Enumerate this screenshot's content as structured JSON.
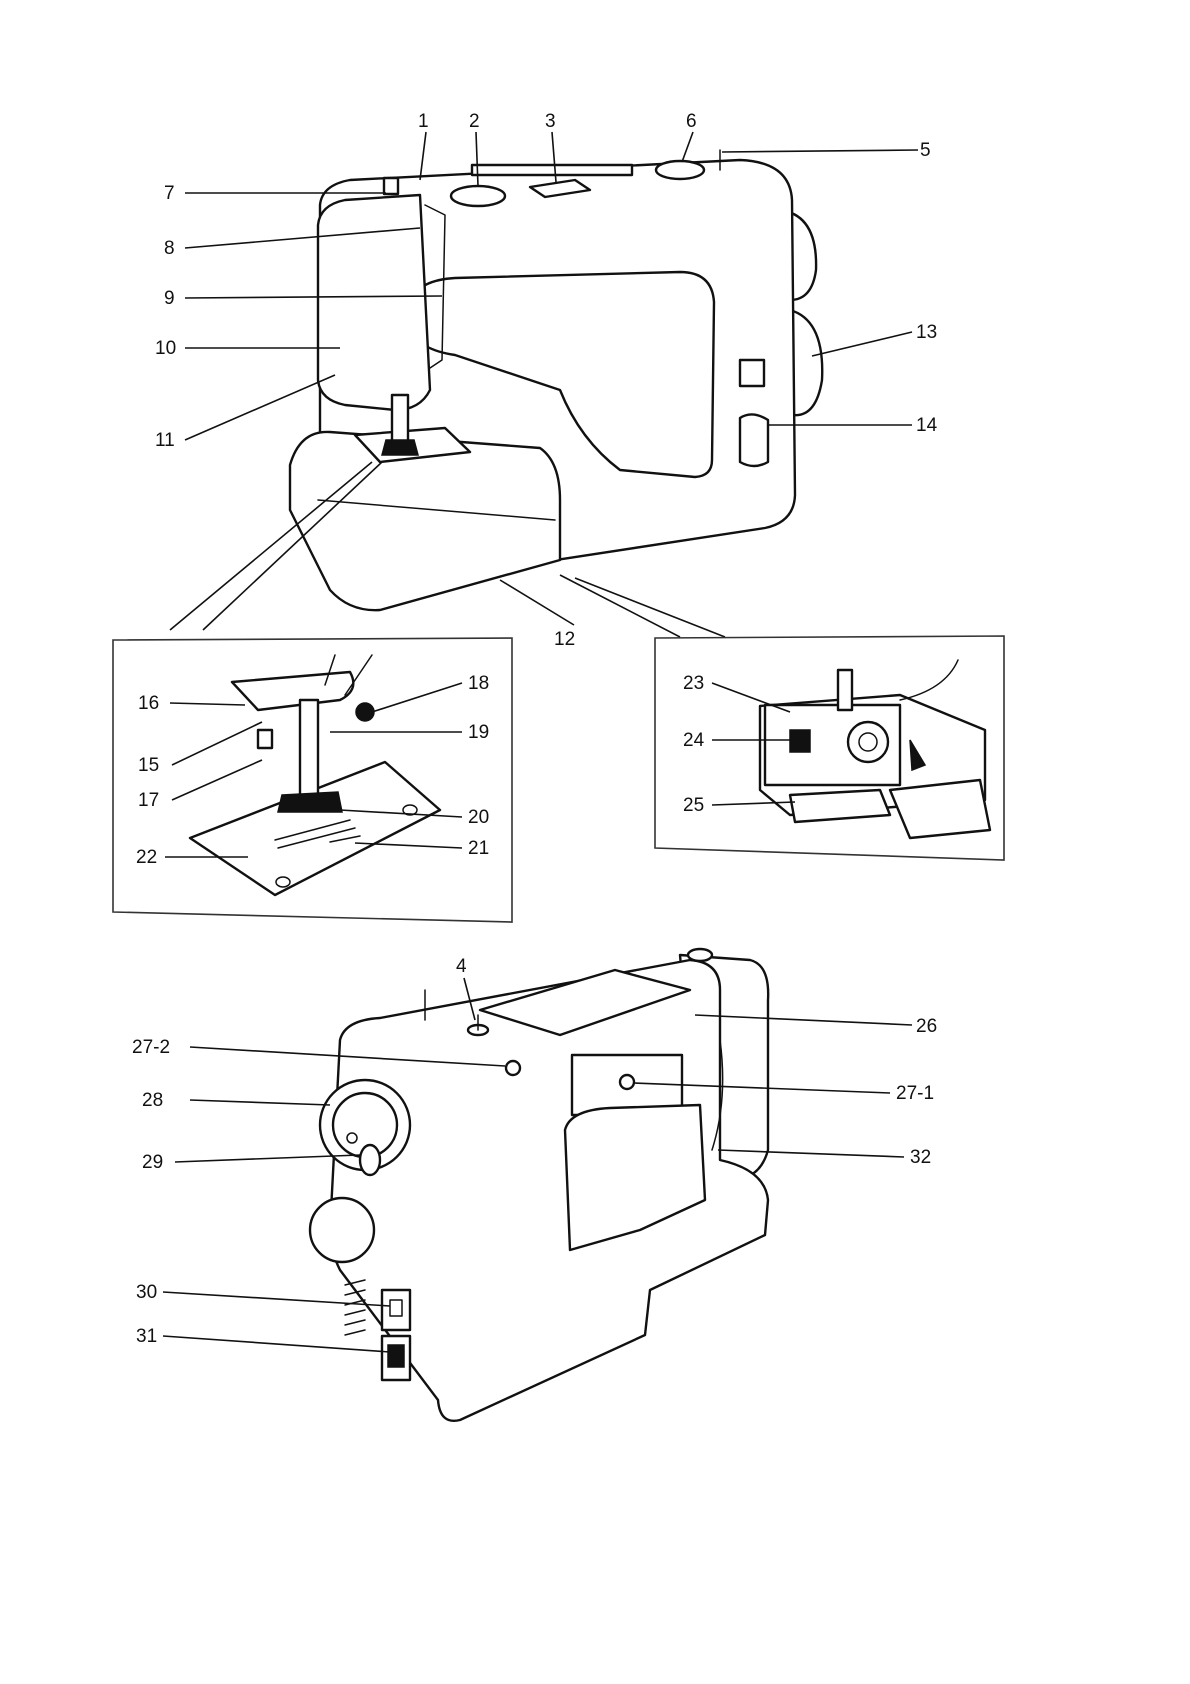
{
  "callouts": {
    "c1": "1",
    "c2": "2",
    "c3": "3",
    "c4": "4",
    "c5": "5",
    "c6": "6",
    "c7": "7",
    "c8": "8",
    "c9": "9",
    "c10": "10",
    "c11": "11",
    "c12": "12",
    "c13": "13",
    "c14": "14",
    "c15": "15",
    "c16": "16",
    "c17": "17",
    "c18": "18",
    "c19": "19",
    "c20": "20",
    "c21": "21",
    "c22": "22",
    "c23": "23",
    "c24": "24",
    "c25": "25",
    "c26": "26",
    "c27_1": "27-1",
    "c27_2": "27-2",
    "c28": "28",
    "c29": "29",
    "c30": "30",
    "c31": "31",
    "c32": "32"
  },
  "colors": {
    "ink": "#111111",
    "paper": "#ffffff"
  }
}
